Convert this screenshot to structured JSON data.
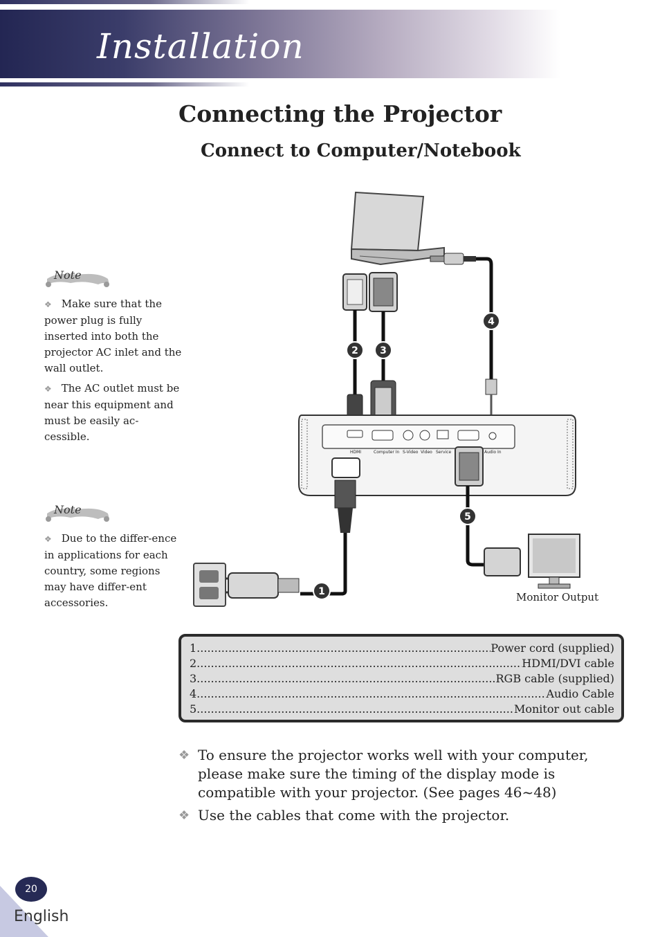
{
  "header": {
    "section_title": "Installation"
  },
  "page": {
    "title": "Connecting the Projector",
    "subtitle": "Connect to Computer/Notebook"
  },
  "notes": [
    {
      "label": "Note",
      "items": [
        "Make sure that the power plug is fully inserted into both the projector AC inlet and the wall outlet.",
        "The AC outlet must be near this equipment and must be easily ac-cessible."
      ]
    },
    {
      "label": "Note",
      "items": [
        "Due to the differ-ence in applications for each country, some regions may have differ-ent accessories."
      ]
    }
  ],
  "diagram": {
    "callouts": [
      "1",
      "2",
      "3",
      "4",
      "5"
    ],
    "port_labels": [
      "HDMI",
      "Computer In",
      "S-Video",
      "Video",
      "Service",
      "Audio In"
    ],
    "monitor_caption": "Monitor Output"
  },
  "legend": [
    {
      "num": "1.",
      "label": "Power cord (supplied)"
    },
    {
      "num": "2.",
      "label": "HDMI/DVI cable"
    },
    {
      "num": "3.",
      "label": "RGB cable (supplied)"
    },
    {
      "num": "4.",
      "label": "Audio Cable"
    },
    {
      "num": "5.",
      "label": "Monitor out cable"
    }
  ],
  "tips": [
    "To ensure the projector works well with your computer, please make sure the timing of the display mode is compatible with your projector. (See pages 46~48)",
    "Use the cables that come with the projector."
  ],
  "footer": {
    "page_number": "20",
    "language": "English"
  }
}
